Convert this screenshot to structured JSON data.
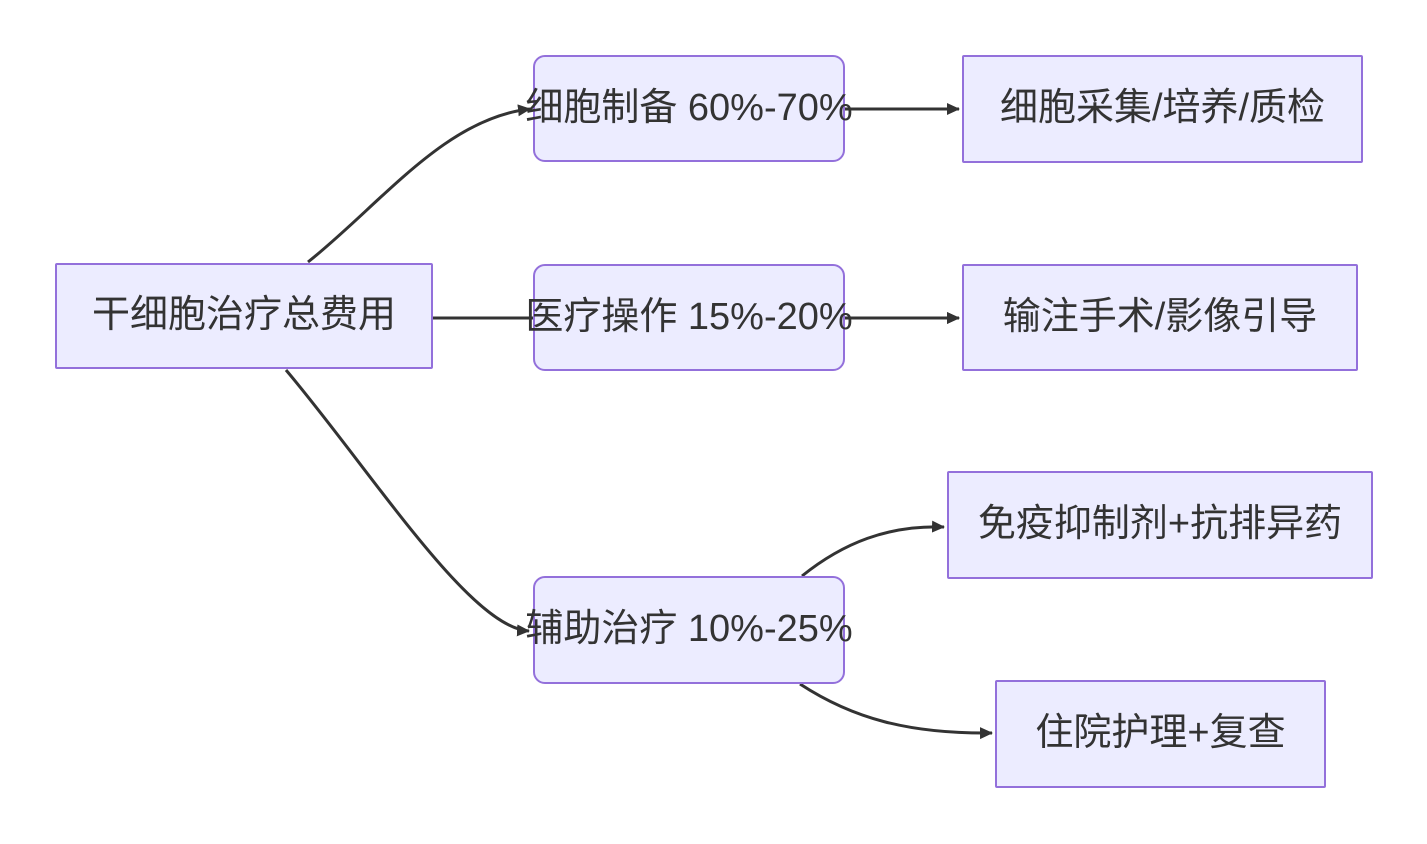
{
  "diagram": {
    "type": "flowchart",
    "direction": "left-to-right",
    "root": {
      "id": "total-cost",
      "label": "干细胞治疗总费用"
    },
    "categories": [
      {
        "id": "cell-preparation",
        "label": "细胞制备 60%-70%"
      },
      {
        "id": "medical-operations",
        "label": "医疗操作 15%-20%"
      },
      {
        "id": "adjuvant-therapy",
        "label": "辅助治疗 10%-25%"
      }
    ],
    "details": [
      {
        "id": "cell-collection-culture-qc",
        "label": "细胞采集/培养/质检",
        "parent": "cell-preparation"
      },
      {
        "id": "infusion-imaging",
        "label": "输注手术/影像引导",
        "parent": "medical-operations"
      },
      {
        "id": "immunosuppressants",
        "label": "免疫抑制剂+抗排异药",
        "parent": "adjuvant-therapy"
      },
      {
        "id": "hospital-care-review",
        "label": "住院护理+复查",
        "parent": "adjuvant-therapy"
      }
    ],
    "edges": [
      {
        "from": "total-cost",
        "to": "cell-preparation"
      },
      {
        "from": "total-cost",
        "to": "medical-operations"
      },
      {
        "from": "total-cost",
        "to": "adjuvant-therapy"
      },
      {
        "from": "cell-preparation",
        "to": "cell-collection-culture-qc"
      },
      {
        "from": "medical-operations",
        "to": "infusion-imaging"
      },
      {
        "from": "adjuvant-therapy",
        "to": "immunosuppressants"
      },
      {
        "from": "adjuvant-therapy",
        "to": "hospital-care-review"
      }
    ],
    "colors": {
      "node_fill": "#ECECFF",
      "node_border": "#9370DB",
      "edge": "#333333",
      "text": "#333333",
      "background": "#FFFFFF"
    }
  }
}
